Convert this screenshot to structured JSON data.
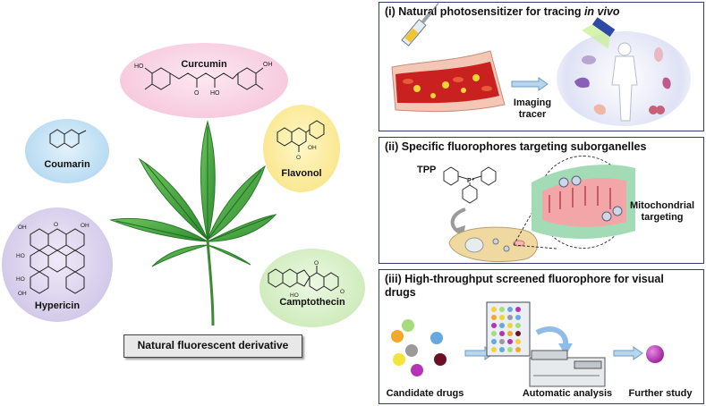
{
  "left": {
    "molecules": {
      "curcumin": "Curcumin",
      "coumarin": "Coumarin",
      "flavonol": "Flavonol",
      "hypericin": "Hypericin",
      "camptothecin": "Camptothecin"
    },
    "caption": "Natural fluorescent derivative"
  },
  "panel1": {
    "title_main": "(i) Natural photosensitizer for tracing ",
    "title_em": "in vivo",
    "imaging_label": "Imaging tracer"
  },
  "panel2": {
    "title": "(ii) Specific fluorophores targeting suborganelles",
    "tpp_label": "TPP",
    "target_label": "Mitochondrial targeting"
  },
  "panel3": {
    "title": "(iii) High-throughput screened fluorophore for visual drugs",
    "labels": [
      "Candidate drugs",
      "Automatic analysis",
      "Further study"
    ]
  },
  "colors": {
    "panel_border": "#2f3f6a",
    "leaf": "#3f9e3a",
    "curcumin_bg": "#f6cfe0",
    "coumarin_bg": "#b9dcf3",
    "flavonol_bg": "#fbe98e",
    "hypericin_bg": "#d9d1ec",
    "camptothecin_bg": "#d3eec1"
  }
}
